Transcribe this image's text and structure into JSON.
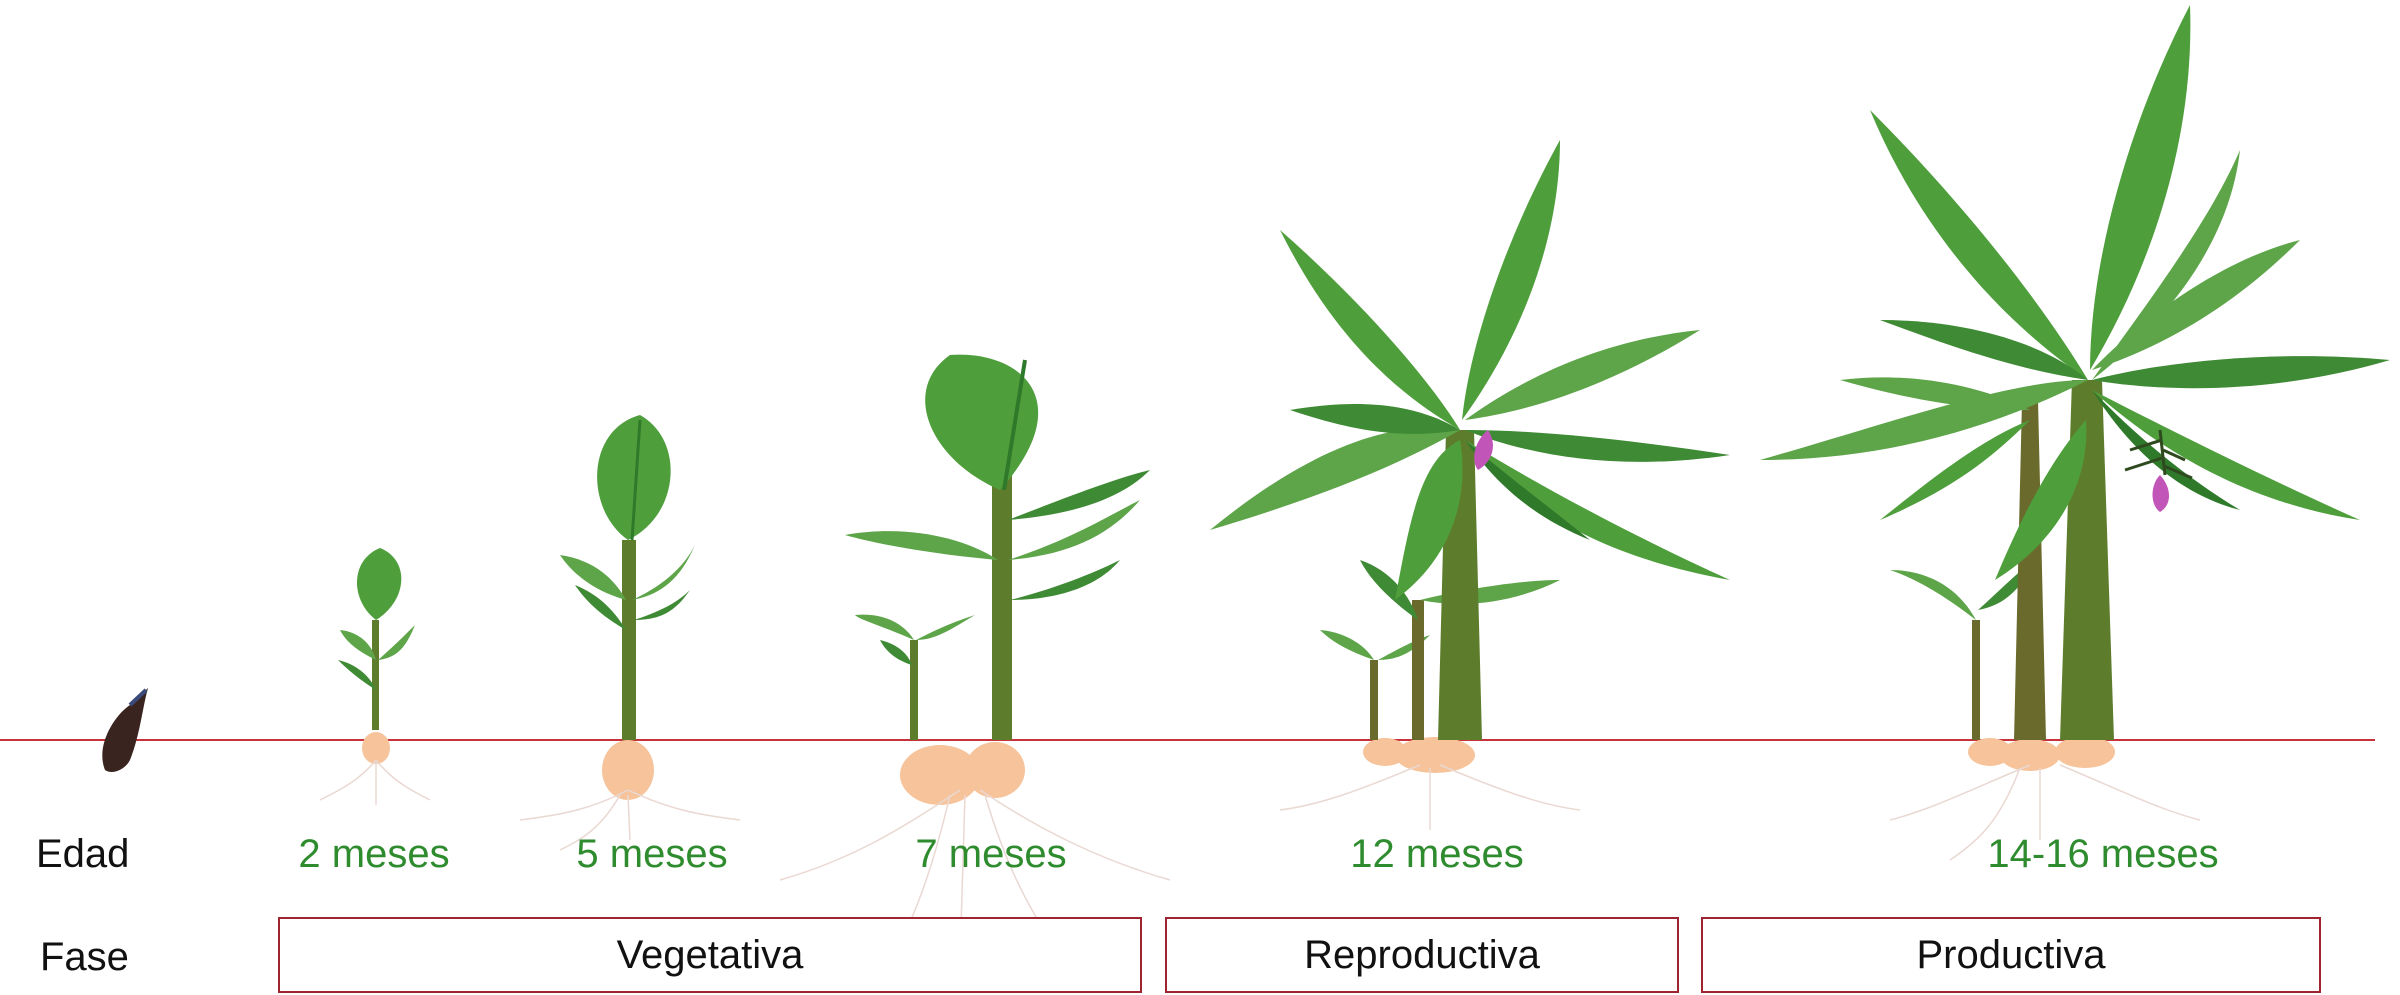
{
  "labels": {
    "age": "Edad",
    "phase": "Fase"
  },
  "ages": [
    "2 meses",
    "5 meses",
    "7 meses",
    "12 meses",
    "14-16 meses"
  ],
  "phases": [
    "Vegetativa",
    "Reproductiva",
    "Productiva"
  ],
  "colors": {
    "ground_line": "#c8323c",
    "age_text": "#2e8b2e",
    "phase_border": "#a0242f",
    "leaf": "#4f9e3c",
    "leaf_dark": "#2f7a2a",
    "stem": "#5e7d2c",
    "corm": "#f6c39a",
    "root": "#ead8d2",
    "flower": "#c156b8"
  },
  "icons": [
    "banana-plant-icon",
    "seed-corm-icon",
    "banana-flower-icon"
  ]
}
